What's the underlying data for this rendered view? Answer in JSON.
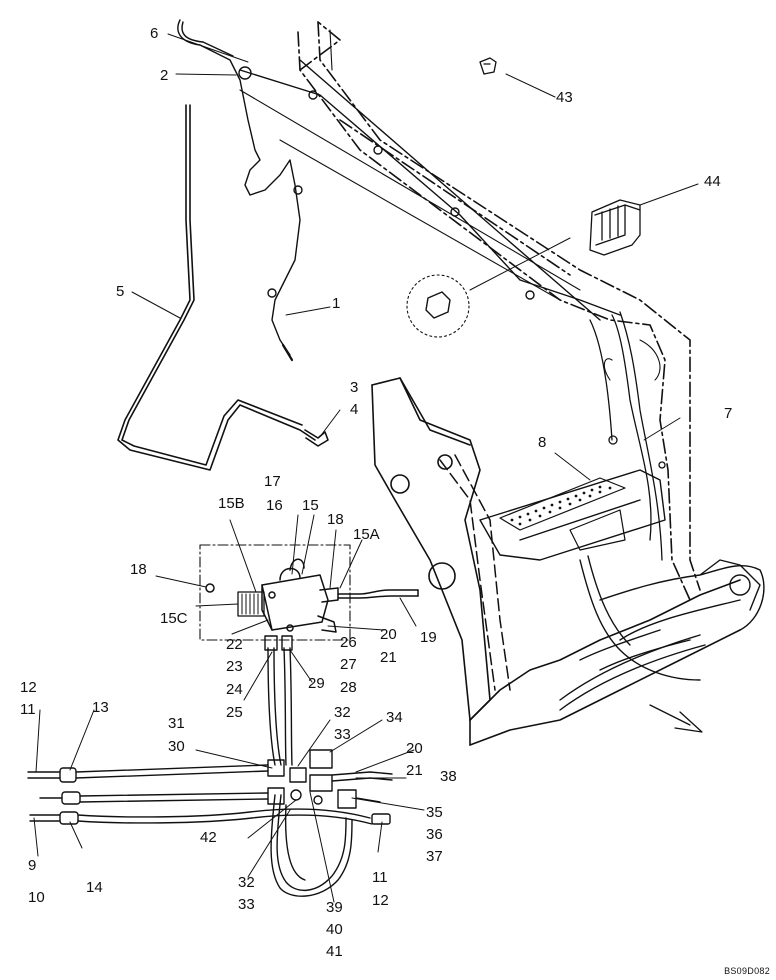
{
  "diagram": {
    "labels": [
      "1",
      "2",
      "3",
      "4",
      "5",
      "6",
      "7",
      "8",
      "9",
      "10",
      "11",
      "12",
      "13",
      "14",
      "15",
      "15A",
      "15B",
      "15C",
      "16",
      "17",
      "18",
      "19",
      "20",
      "21",
      "22",
      "23",
      "24",
      "25",
      "26",
      "27",
      "28",
      "29",
      "30",
      "31",
      "32",
      "33",
      "34",
      "35",
      "36",
      "37",
      "38",
      "39",
      "40",
      "41",
      "42",
      "43",
      "44"
    ],
    "callouts": {
      "c1": "1",
      "c2": "2",
      "c3": "3",
      "c4": "4",
      "c5": "5",
      "c6": "6",
      "c7": "7",
      "c8": "8",
      "c9": "9",
      "c10": "10",
      "c11a": "11",
      "c12a": "12",
      "c11b": "11",
      "c12b": "12",
      "c13": "13",
      "c14": "14",
      "c15": "15",
      "c15a": "15A",
      "c15b": "15B",
      "c15c": "15C",
      "c16": "16",
      "c17": "17",
      "c18a": "18",
      "c18b": "18",
      "c19": "19",
      "c20a": "20",
      "c21a": "21",
      "c20b": "20",
      "c21b": "21",
      "c22": "22",
      "c23": "23",
      "c24": "24",
      "c25": "25",
      "c26": "26",
      "c27": "27",
      "c28": "28",
      "c29": "29",
      "c30": "30",
      "c31": "31",
      "c32a": "32",
      "c33a": "33",
      "c32b": "32",
      "c33b": "33",
      "c34": "34",
      "c35": "35",
      "c36": "36",
      "c37": "37",
      "c38": "38",
      "c39": "39",
      "c40": "40",
      "c41": "41",
      "c42": "42",
      "c43": "43",
      "c44": "44"
    },
    "reference_code": "BS09D082"
  }
}
